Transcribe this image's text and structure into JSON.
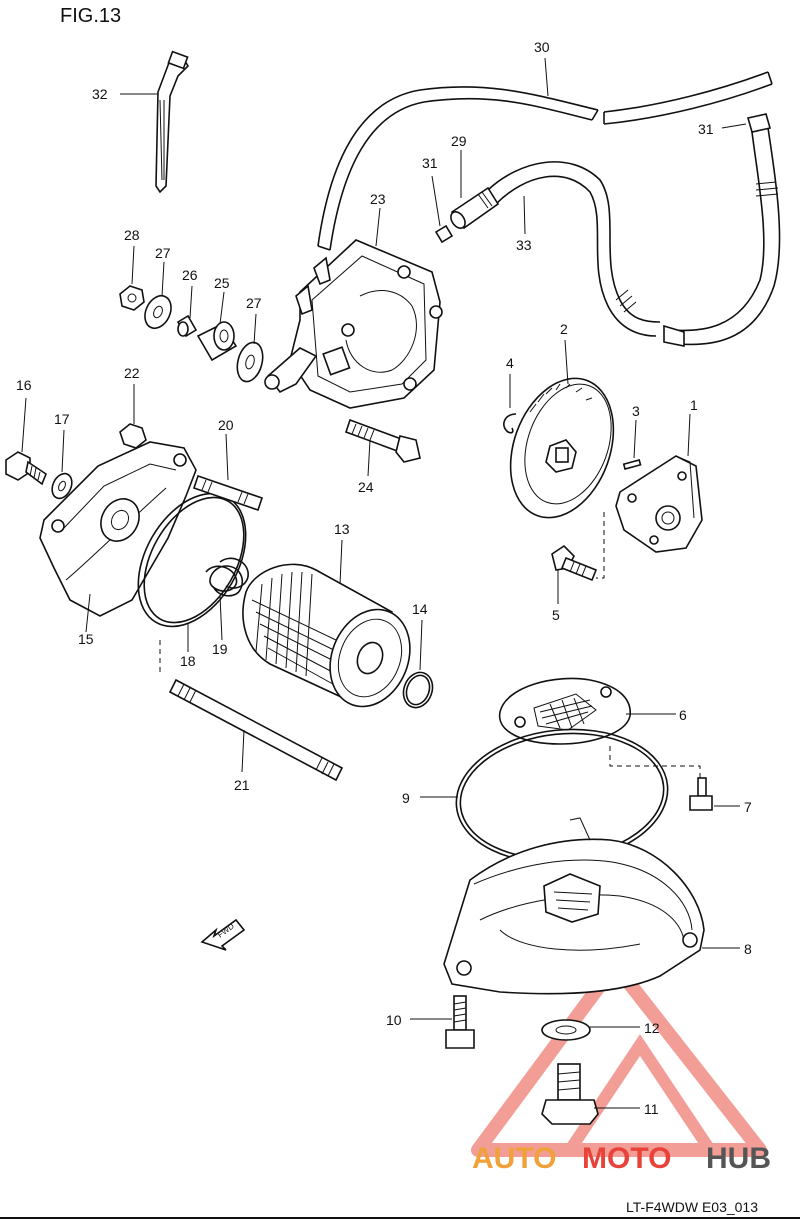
{
  "figure": {
    "title": "FIG.13",
    "code": "LT-F4WDW E03_013",
    "fwd_label": "FWD"
  },
  "callouts": {
    "p1": "1",
    "p2": "2",
    "p3": "3",
    "p4": "4",
    "p5": "5",
    "p6": "6",
    "p7": "7",
    "p8": "8",
    "p9": "9",
    "p10": "10",
    "p11": "11",
    "p12": "12",
    "p13": "13",
    "p14": "14",
    "p15": "15",
    "p16": "16",
    "p17": "17",
    "p18": "18",
    "p19": "19",
    "p20": "20",
    "p21": "21",
    "p22": "22",
    "p23": "23",
    "p24": "24",
    "p25": "25",
    "p26": "26",
    "p27a": "27",
    "p27b": "27",
    "p28": "28",
    "p29": "29",
    "p30": "30",
    "p31a": "31",
    "p31b": "31",
    "p32": "32",
    "p33": "33"
  },
  "watermark": {
    "word_auto": "AUTO",
    "word_moto": "MOTO",
    "word_hub": "HUB",
    "accent_color": "#e8433a",
    "orange_color": "#f0a13a",
    "hub_color": "#555555"
  }
}
